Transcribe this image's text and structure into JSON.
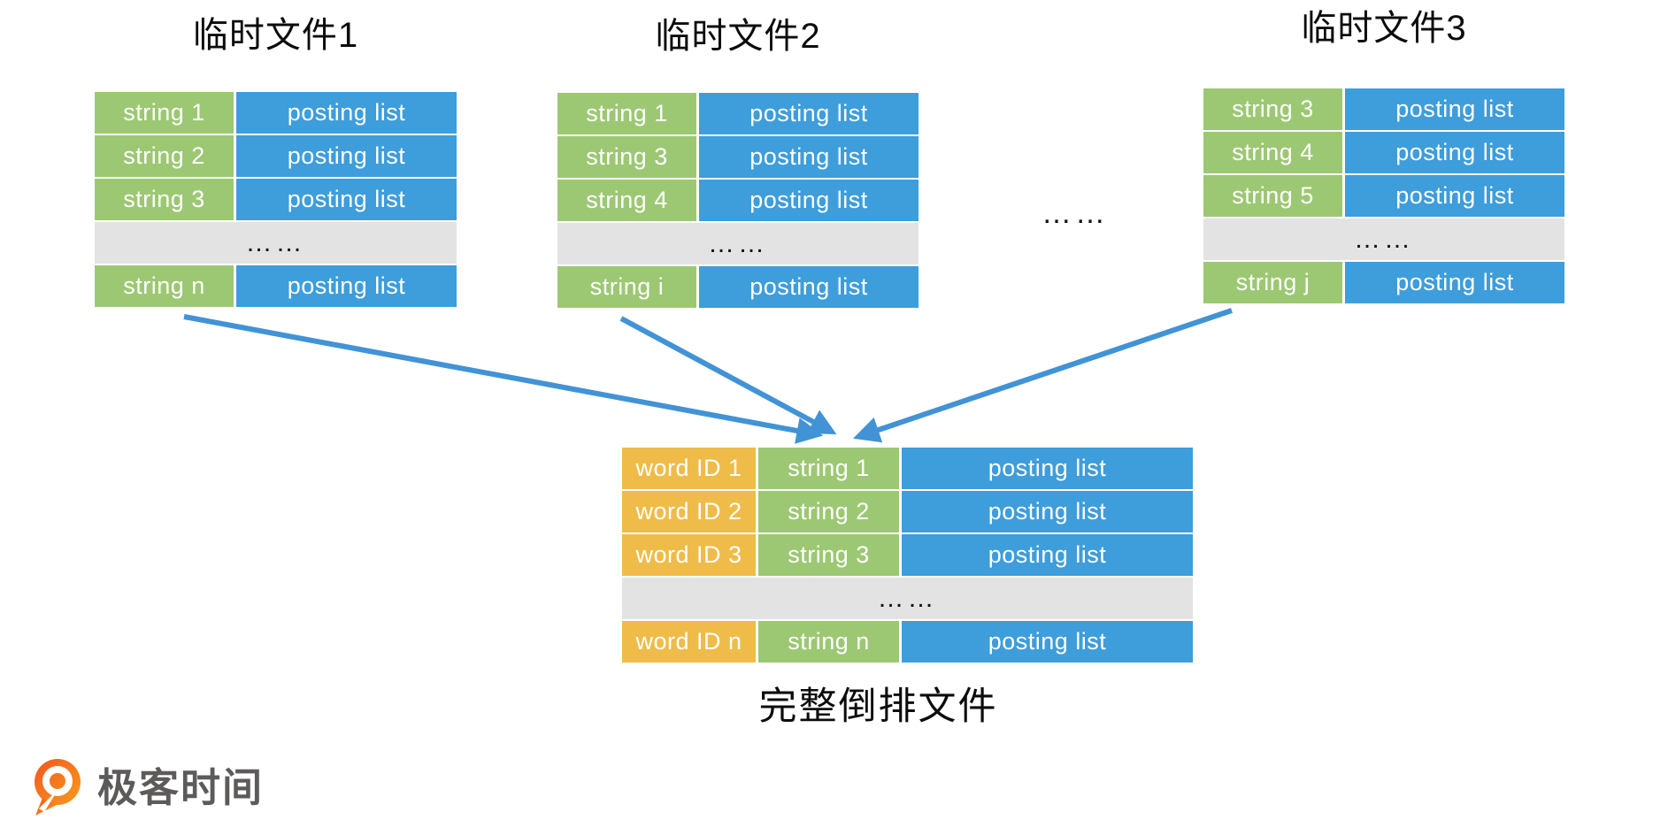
{
  "tables": {
    "temp1": {
      "title": "临时文件1",
      "rows": [
        {
          "k": "string 1",
          "v": "posting list"
        },
        {
          "k": "string 2",
          "v": "posting list"
        },
        {
          "k": "string 3",
          "v": "posting list"
        },
        {
          "dots": "……"
        },
        {
          "k": "string n",
          "v": "posting list"
        }
      ]
    },
    "temp2": {
      "title": "临时文件2",
      "rows": [
        {
          "k": "string 1",
          "v": "posting list"
        },
        {
          "k": "string 3",
          "v": "posting list"
        },
        {
          "k": "string 4",
          "v": "posting list"
        },
        {
          "dots": "……"
        },
        {
          "k": "string i",
          "v": "posting list"
        }
      ]
    },
    "temp3": {
      "title": "临时文件3",
      "rows": [
        {
          "k": "string 3",
          "v": "posting list"
        },
        {
          "k": "string 4",
          "v": "posting list"
        },
        {
          "k": "string 5",
          "v": "posting list"
        },
        {
          "dots": "……"
        },
        {
          "k": "string j",
          "v": "posting list"
        }
      ]
    },
    "merged": {
      "caption": "完整倒排文件",
      "rows": [
        {
          "id": "word ID 1",
          "k": "string 1",
          "v": "posting list"
        },
        {
          "id": "word ID 2",
          "k": "string 2",
          "v": "posting list"
        },
        {
          "id": "word ID 3",
          "k": "string 3",
          "v": "posting list"
        },
        {
          "dots": "……"
        },
        {
          "id": "word ID n",
          "k": "string n",
          "v": "posting list"
        }
      ]
    }
  },
  "between_tables_ellipsis": "……",
  "logo": {
    "text": "极客时间",
    "icon": "geektime-pin-icon"
  },
  "colors": {
    "green": "#9CC873",
    "blue": "#3E9DDB",
    "orange": "#EFBC49",
    "gray": "#E3E3E3",
    "arrow": "#4193D6",
    "logo_text": "#5D5A5A",
    "logo_orange_start": "#F0571F",
    "logo_orange_end": "#F99B1C"
  }
}
